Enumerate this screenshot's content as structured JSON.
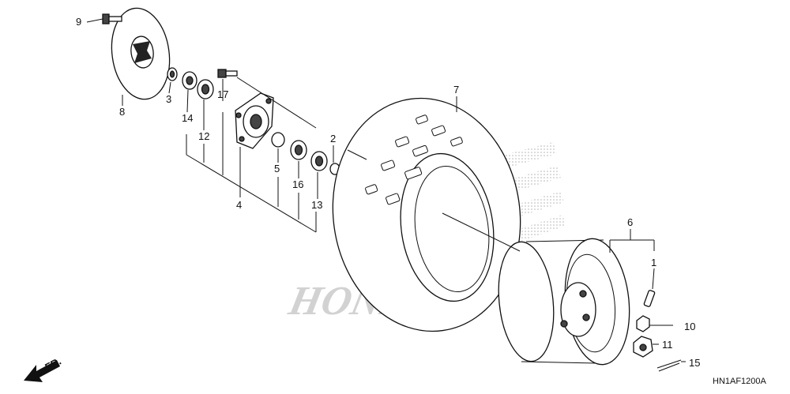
{
  "diagram": {
    "drawing_code": "HN1AF1200A",
    "direction_label": "FR.",
    "watermark_text": "HONDA",
    "callouts": [
      "1",
      "2",
      "3",
      "4",
      "5",
      "6",
      "7",
      "8",
      "9",
      "10",
      "11",
      "12",
      "13",
      "14",
      "15",
      "16",
      "17"
    ],
    "colors": {
      "ink": "#111111",
      "watermark": "#bfbfbf",
      "background": "#ffffff"
    }
  }
}
